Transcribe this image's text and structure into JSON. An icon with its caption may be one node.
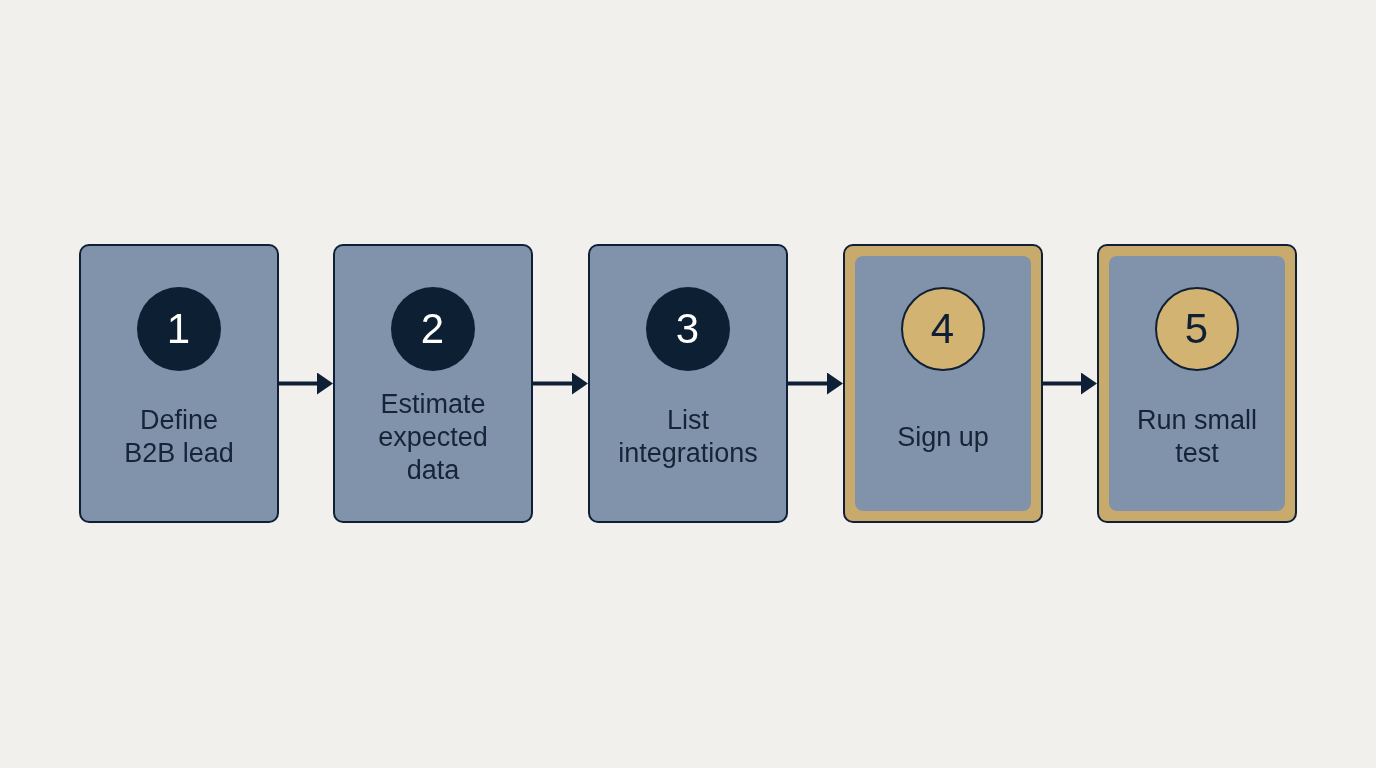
{
  "diagram": {
    "nodes": [
      {
        "text": [
          "Define B2B lead"
        ]
      },
      {
        "text": [
          "1"
        ],
        "in": 0
      },
      {
        "text": [
          "Estimate expected data"
        ]
      },
      {
        "text": [
          "2"
        ],
        "in": 2
      },
      {
        "text": [
          "List integrations"
        ]
      },
      {
        "text": [
          "3"
        ],
        "in": 4
      },
      {
        "text": [
          "Sign up"
        ]
      },
      {
        "text": [
          "4"
        ],
        "in": 6
      },
      {
        "text": [
          "Run small test"
        ]
      },
      {
        "text": [
          "5"
        ],
        "in": 8
      }
    ],
    "edges": [
      {
        "from": 0,
        "to": 2,
        "arrow": "to"
      },
      {
        "from": 2,
        "to": 4,
        "arrow": "to"
      },
      {
        "from": 4,
        "to": 6,
        "arrow": "to"
      },
      {
        "from": 6,
        "to": 8,
        "arrow": "to"
      }
    ]
  }
}
